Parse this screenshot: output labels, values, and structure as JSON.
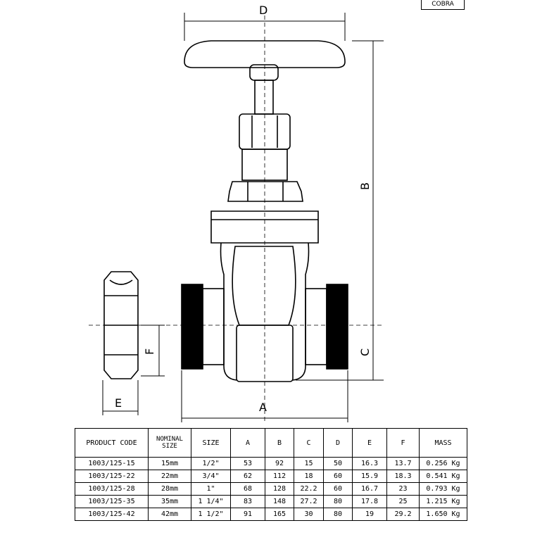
{
  "brand": "COBRA",
  "dimension_labels": {
    "A": "A",
    "B": "B",
    "C": "C",
    "D": "D",
    "E": "E",
    "F": "F"
  },
  "table": {
    "headers": [
      "PRODUCT CODE",
      "NOMINAL SIZE",
      "SIZE",
      "A",
      "B",
      "C",
      "D",
      "E",
      "F",
      "MASS"
    ],
    "rows": [
      [
        "1003/125-15",
        "15mm",
        "1/2\"",
        "53",
        "92",
        "15",
        "50",
        "16.3",
        "13.7",
        "0.256 Kg"
      ],
      [
        "1003/125-22",
        "22mm",
        "3/4\"",
        "62",
        "112",
        "18",
        "60",
        "15.9",
        "18.3",
        "0.541 Kg"
      ],
      [
        "1003/125-28",
        "28mm",
        "1\"",
        "68",
        "128",
        "22.2",
        "60",
        "16.7",
        "23",
        "0.793 Kg"
      ],
      [
        "1003/125-35",
        "35mm",
        "1 1/4\"",
        "83",
        "148",
        "27.2",
        "80",
        "17.8",
        "25",
        "1.215 Kg"
      ],
      [
        "1003/125-42",
        "42mm",
        "1 1/2\"",
        "91",
        "165",
        "30",
        "80",
        "19",
        "29.2",
        "1.650 Kg"
      ]
    ]
  }
}
